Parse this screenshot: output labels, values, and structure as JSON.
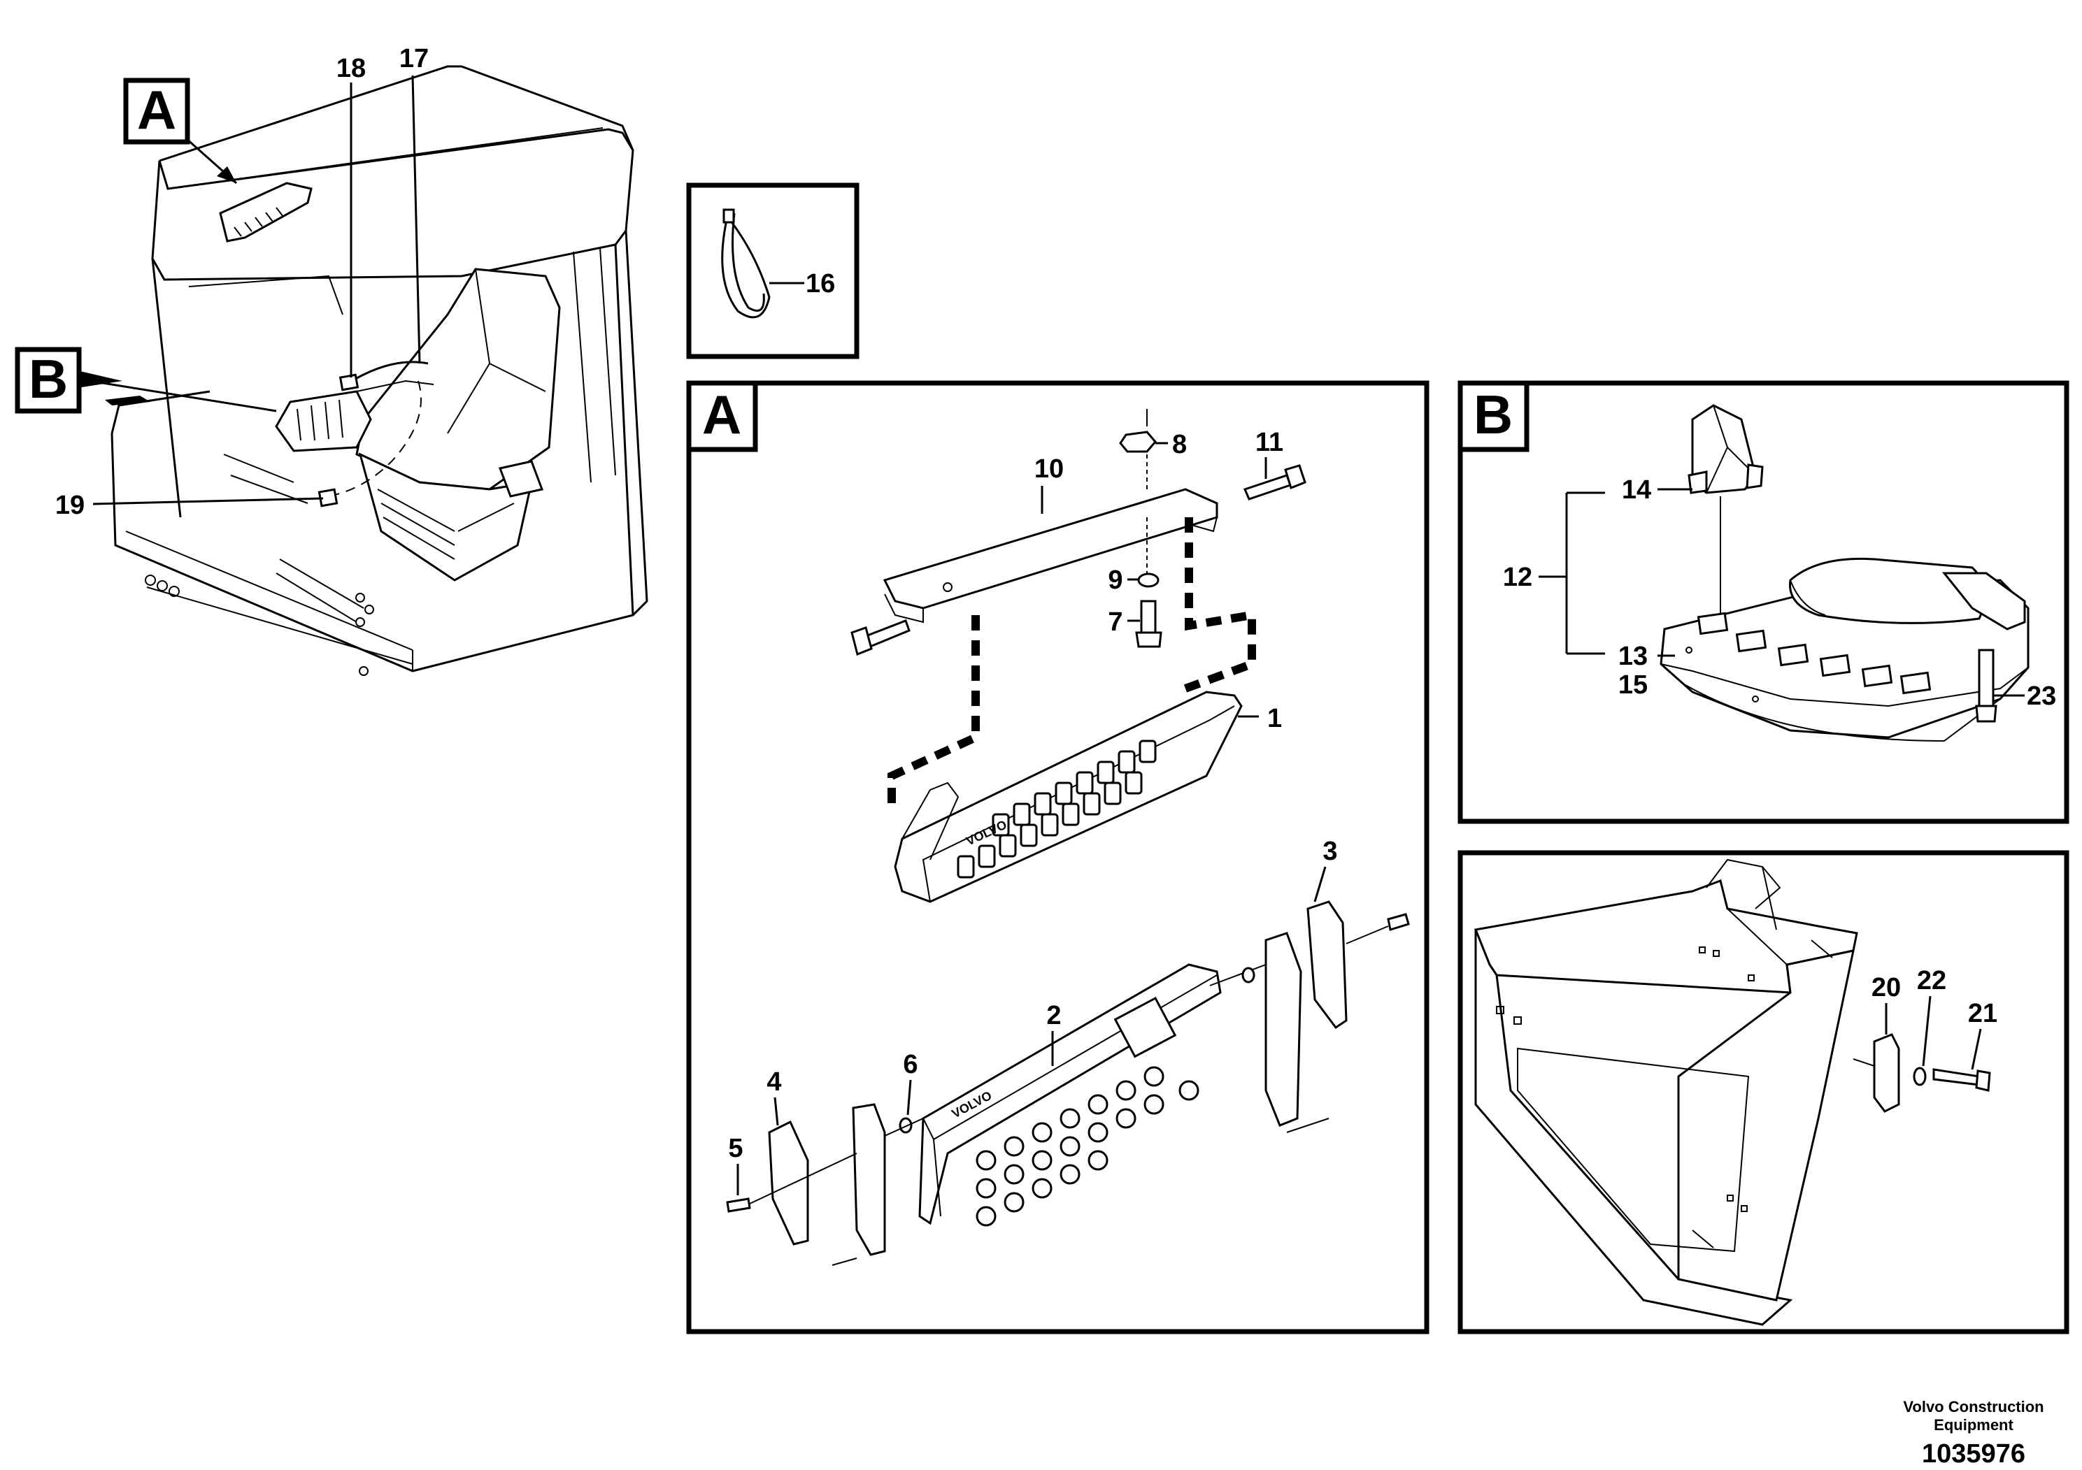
{
  "views": {
    "a": {
      "letter": "A"
    },
    "b": {
      "letter": "B"
    }
  },
  "callouts": {
    "c1": "1",
    "c2": "2",
    "c3": "3",
    "c4": "4",
    "c5": "5",
    "c6": "6",
    "c7": "7",
    "c8": "8",
    "c9": "9",
    "c10": "10",
    "c11": "11",
    "c12": "12",
    "c13": "13",
    "c14": "14",
    "c15": "15",
    "c16": "16",
    "c17": "17",
    "c18": "18",
    "c19": "19",
    "c20": "20",
    "c21": "21",
    "c22": "22",
    "c23": "23"
  },
  "keypad_brand": "VOLVO",
  "footer": {
    "company_line1": "Volvo Construction",
    "company_line2": "Equipment",
    "drawing_number": "1035976"
  }
}
